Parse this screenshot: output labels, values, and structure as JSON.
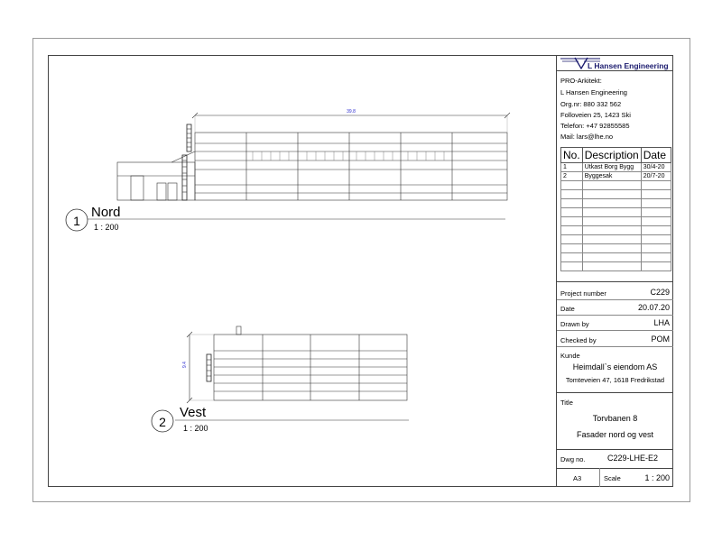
{
  "firm": {
    "logo_name": "L Hansen Engineering",
    "role": "PRO-Arkitekt:",
    "name": "L Hansen Engineering",
    "org": "Org.nr: 880 332 562",
    "address": "Folloveien 25, 1423 Ski",
    "phone": "Telefon: +47 92855585",
    "mail": "Mail: lars@lhe.no"
  },
  "revisions": {
    "headers": [
      "No.",
      "Description",
      "Date"
    ],
    "rows": [
      [
        "1",
        "Utkast Borg Bygg",
        "30/4-20"
      ],
      [
        "2",
        "Byggesak",
        "20/7-20"
      ],
      [
        "",
        "",
        ""
      ],
      [
        "",
        "",
        ""
      ],
      [
        "",
        "",
        ""
      ],
      [
        "",
        "",
        ""
      ],
      [
        "",
        "",
        ""
      ],
      [
        "",
        "",
        ""
      ],
      [
        "",
        "",
        ""
      ],
      [
        "",
        "",
        ""
      ],
      [
        "",
        "",
        ""
      ],
      [
        "",
        "",
        ""
      ]
    ]
  },
  "project": {
    "number_label": "Project number",
    "number": "C229",
    "date_label": "Date",
    "date": "20.07.20",
    "drawn_label": "Drawn by",
    "drawn": "LHA",
    "checked_label": "Checked by",
    "checked": "POM",
    "client_label": "Kunde",
    "client": "Heimdall`s eiendom AS",
    "client_address": "Tomteveien 47, 1618 Fredrikstad",
    "title_label": "Title",
    "title1": "Torvbanen 8",
    "title2": "Fasader nord og vest",
    "dwg_label": "Dwg no.",
    "dwg": "C229-LHE-E2",
    "paper": "A3",
    "scale_label": "Scale",
    "scale": "1 : 200"
  },
  "views": [
    {
      "number": "1",
      "name": "Nord",
      "scale": "1 : 200",
      "dimension": "39.8"
    },
    {
      "number": "2",
      "name": "Vest",
      "scale": "1 : 200",
      "dimension": "9.4"
    }
  ]
}
